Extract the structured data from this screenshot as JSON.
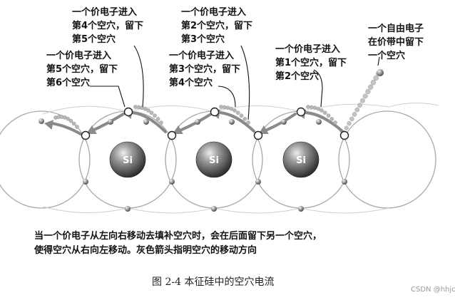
{
  "annotations": {
    "a1": [
      "一个价电子进入",
      "第4个空穴，留下",
      "第5个空穴"
    ],
    "a2": [
      "一个价电子进入",
      "第2个空穴，留下",
      "第3个空穴"
    ],
    "a3": [
      "一个价电子进入",
      "第5个空穴，留下",
      "第6个空穴"
    ],
    "a4": [
      "一个价电子进入",
      "第3个空穴，留下",
      "第4个空穴"
    ],
    "a5": [
      "一个价电子进入",
      "第1个空穴，留下",
      "第2个空穴"
    ],
    "a6": [
      "一个自由电子",
      "在价带中留下",
      "一个空穴"
    ]
  },
  "atoms": [
    "Si",
    "Si",
    "Si"
  ],
  "description": [
    "当一个价电子从左向右移动去填补空穴时，会在后面留下另一个空穴，",
    "使得空穴从右向左移动。灰色箭头指明空穴的移动方向"
  ],
  "caption": "图 2-4   本征硅中的空穴电流",
  "watermark": "CSDN @hhjc",
  "colors": {
    "arrow": "#8a8a8a",
    "atom_dark": "#3a3a3a",
    "atom_light": "#d8d8d8",
    "orbit": "#a8a8a8",
    "electron": "#777777",
    "leader": "#111111"
  }
}
